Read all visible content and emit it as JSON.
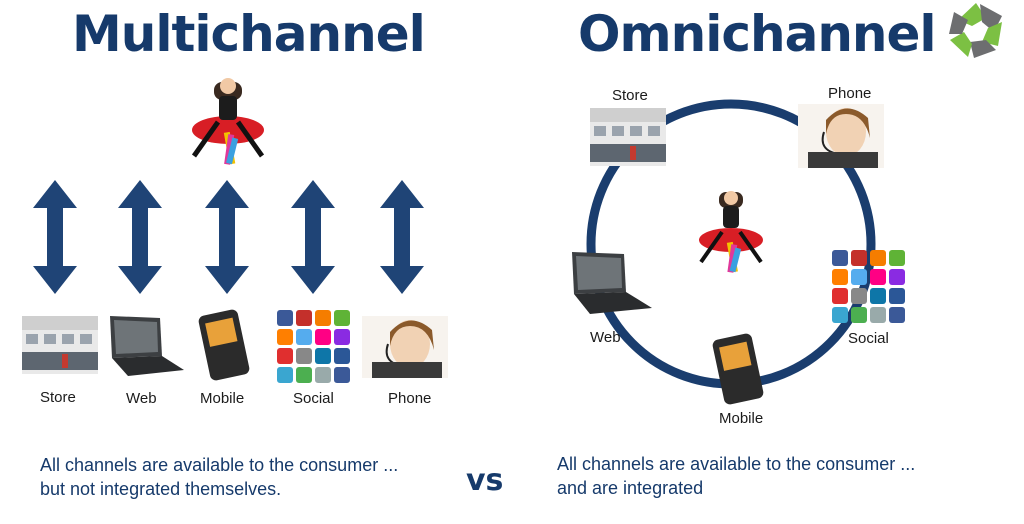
{
  "left": {
    "title": "Multichannel",
    "channels": [
      "Store",
      "Web",
      "Mobile",
      "Social",
      "Phone"
    ],
    "caption_line1": "All channels are available to the consumer ...",
    "caption_line2": "but not integrated themselves."
  },
  "right": {
    "title": "Omnichannel",
    "channels": {
      "store": "Store",
      "phone": "Phone",
      "web": "Web",
      "social": "Social",
      "mobile": "Mobile"
    },
    "caption_line1": "All channels are available to the consumer ...",
    "caption_line2": "and are integrated"
  },
  "vs_label": "vs",
  "colors": {
    "title": "#163a6b",
    "arrow": "#1f4476",
    "ring": "#1a3d6e",
    "logo_green": "#7cc043",
    "logo_gray": "#6d6e70"
  }
}
